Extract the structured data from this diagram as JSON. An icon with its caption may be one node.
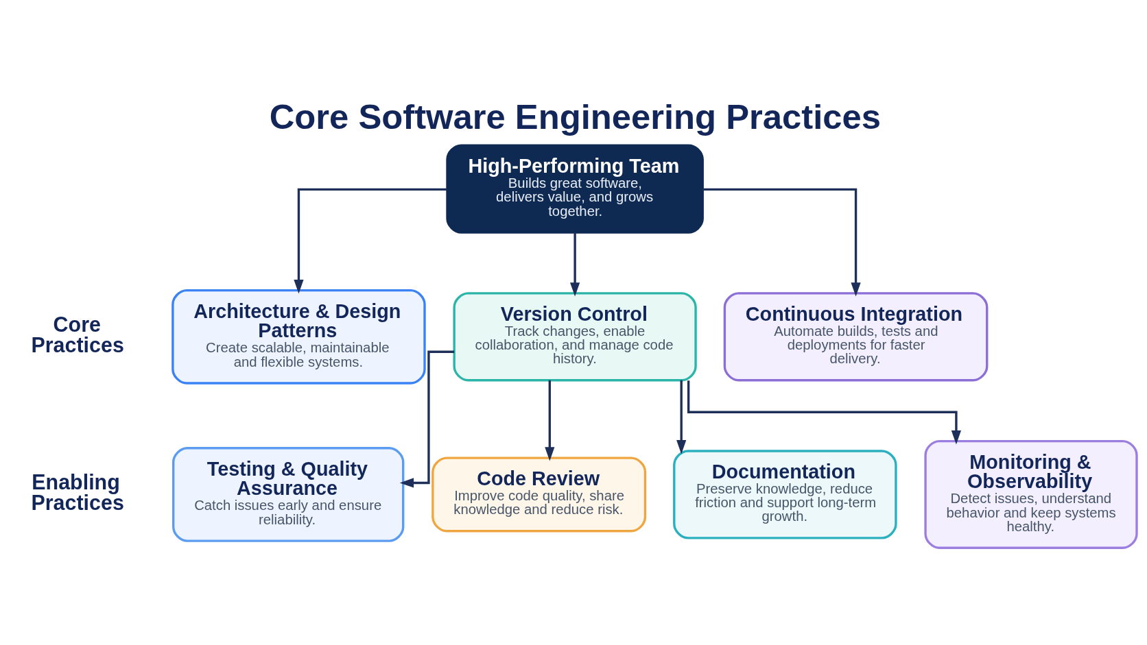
{
  "diagram": {
    "title": "Core Software Engineering Practices",
    "nodes": [
      {
        "text": [
          "High-Performing Team",
          "Builds great software, delivers value, and grows together."
        ]
      },
      {
        "text": [
          "Architecture & Design Patterns",
          "Create scalable, maintainable and flexible systems."
        ]
      },
      {
        "text": [
          "Version Control",
          "Track changes, enable collaboration, and manage code history."
        ]
      },
      {
        "text": [
          "Continuous Integration",
          "Automate builds, tests and deployments for faster delivery."
        ]
      },
      {
        "text": [
          "Testing & Quality Assurance",
          "Catch issues early and ensure reliability."
        ]
      },
      {
        "text": [
          "Code Review",
          "Improve code quality, share knowledge and reduce risk."
        ]
      },
      {
        "text": [
          "Documentation",
          "Preserve knowledge, reduce friction and support long-term growth."
        ]
      },
      {
        "text": [
          "Monitoring & Observability",
          "Detect issues, understand behavior and keep systems healthy."
        ]
      }
    ],
    "edges": [
      {
        "from": 0,
        "to": 1,
        "arrow": "to"
      },
      {
        "from": 0,
        "to": 2,
        "arrow": "to"
      },
      {
        "from": 0,
        "to": 3,
        "arrow": "to"
      },
      {
        "from": 2,
        "to": 4,
        "arrow": "to"
      },
      {
        "from": 2,
        "to": 5,
        "arrow": "to"
      },
      {
        "from": 2,
        "to": 6,
        "arrow": "to"
      },
      {
        "from": 2,
        "to": 7,
        "arrow": "to"
      }
    ],
    "labels": [
      "Core Practices",
      "Enabling Practices"
    ]
  }
}
